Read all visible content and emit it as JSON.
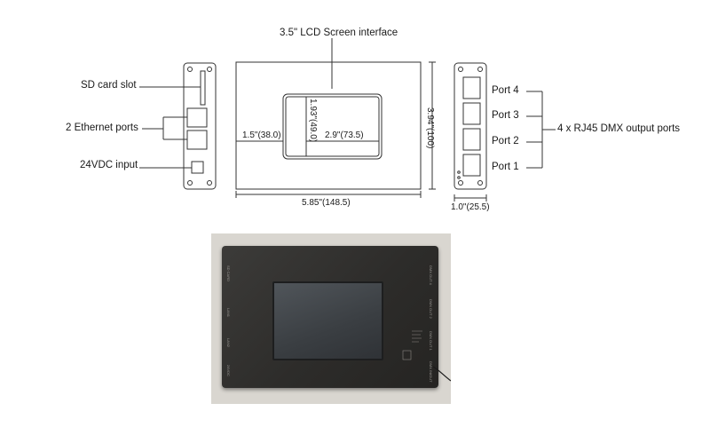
{
  "title": "3.5\" LCD Screen interface",
  "left_labels": {
    "sd": "SD card slot",
    "eth": "2 Ethernet ports",
    "power": "24VDC input"
  },
  "ports": [
    "Port 4",
    "Port 3",
    "Port 2",
    "Port 1"
  ],
  "right_label": "4 x RJ45 DMX output ports",
  "dims": {
    "width": "5.85\"(148.5)",
    "height": "3.94\"(100)",
    "screen_h": "1.93\"(49.0)",
    "screen_w": "2.9\"(73.5)",
    "screen_offset": "1.5\"(38.0)",
    "depth": "1.0\"(25.5)"
  },
  "photo_labels": {
    "sd": "SD CARD",
    "lan1": "LAN1",
    "lan2": "LAN2",
    "power": "24VDC",
    "dmx4": "DMX OUT 4",
    "dmx2": "DMX OUT 2",
    "dmx1": "DMX OUT 1",
    "dmxin": "DMX IN/OUT"
  },
  "colors": {
    "line": "#333333",
    "device": "#2f2e2c",
    "screen": "#3f4347"
  }
}
